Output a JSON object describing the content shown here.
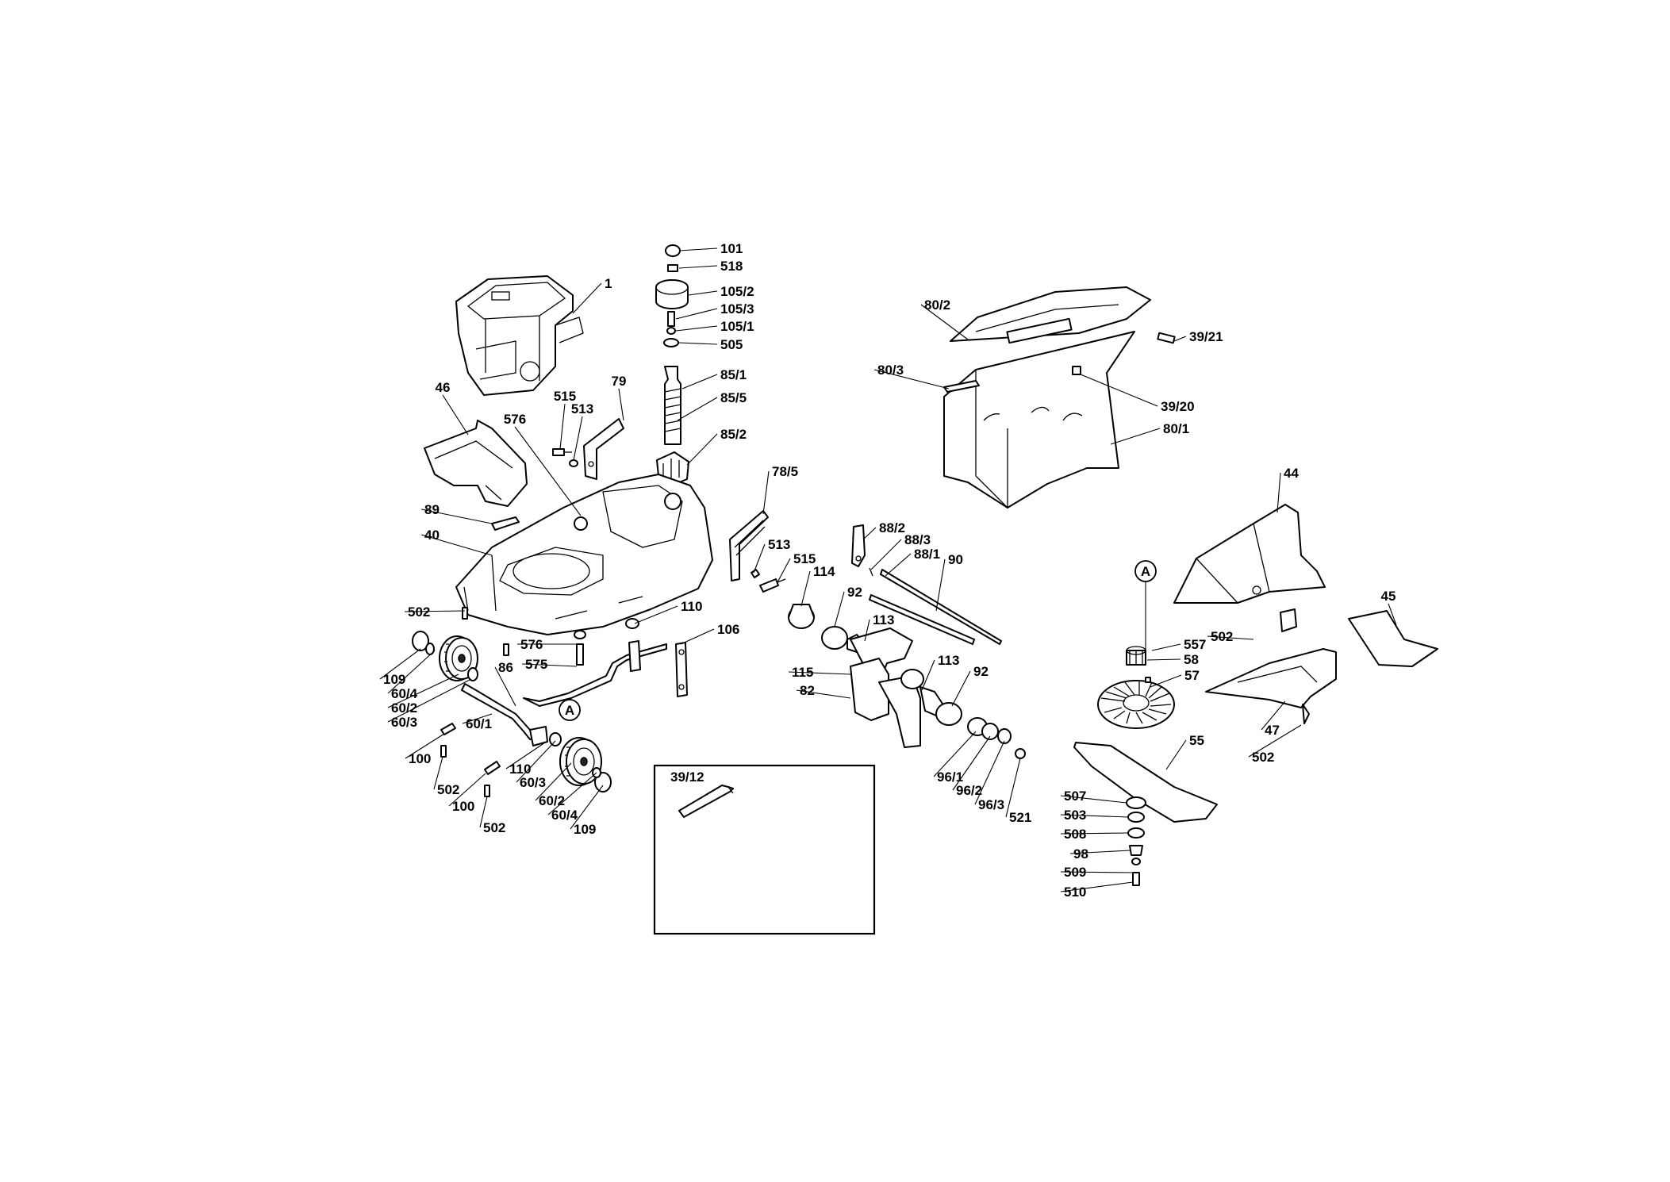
{
  "diagram": {
    "type": "exploded-parts-view",
    "inset_label": "39/12",
    "circle_markers": [
      "A",
      "A"
    ],
    "callouts": [
      {
        "id": "c1",
        "text": "1"
      },
      {
        "id": "c101",
        "text": "101"
      },
      {
        "id": "c518",
        "text": "518"
      },
      {
        "id": "c105_2",
        "text": "105/2"
      },
      {
        "id": "c105_3",
        "text": "105/3"
      },
      {
        "id": "c105_1",
        "text": "105/1"
      },
      {
        "id": "c505",
        "text": "505"
      },
      {
        "id": "c85_1",
        "text": "85/1"
      },
      {
        "id": "c85_5",
        "text": "85/5"
      },
      {
        "id": "c85_2",
        "text": "85/2"
      },
      {
        "id": "c79",
        "text": "79"
      },
      {
        "id": "c515a",
        "text": "515"
      },
      {
        "id": "c513a",
        "text": "513"
      },
      {
        "id": "c46",
        "text": "46"
      },
      {
        "id": "c576a",
        "text": "576"
      },
      {
        "id": "c89",
        "text": "89"
      },
      {
        "id": "c40",
        "text": "40"
      },
      {
        "id": "c502a",
        "text": "502"
      },
      {
        "id": "c576b",
        "text": "576"
      },
      {
        "id": "c575",
        "text": "575"
      },
      {
        "id": "c110a",
        "text": "110"
      },
      {
        "id": "c106",
        "text": "106"
      },
      {
        "id": "c109a",
        "text": "109"
      },
      {
        "id": "c60_4a",
        "text": "60/4"
      },
      {
        "id": "c60_2a",
        "text": "60/2"
      },
      {
        "id": "c60_3a",
        "text": "60/3"
      },
      {
        "id": "c86",
        "text": "86"
      },
      {
        "id": "c60_1",
        "text": "60/1"
      },
      {
        "id": "c100a",
        "text": "100"
      },
      {
        "id": "c502b",
        "text": "502"
      },
      {
        "id": "c100b",
        "text": "100"
      },
      {
        "id": "c502c",
        "text": "502"
      },
      {
        "id": "c110b",
        "text": "110"
      },
      {
        "id": "c60_3b",
        "text": "60/3"
      },
      {
        "id": "c60_2b",
        "text": "60/2"
      },
      {
        "id": "c60_4b",
        "text": "60/4"
      },
      {
        "id": "c109b",
        "text": "109"
      },
      {
        "id": "c78_5",
        "text": "78/5"
      },
      {
        "id": "c513b",
        "text": "513"
      },
      {
        "id": "c515b",
        "text": "515"
      },
      {
        "id": "c114",
        "text": "114"
      },
      {
        "id": "c92a",
        "text": "92"
      },
      {
        "id": "c113a",
        "text": "113"
      },
      {
        "id": "c115",
        "text": "115"
      },
      {
        "id": "c82",
        "text": "82"
      },
      {
        "id": "c88_2",
        "text": "88/2"
      },
      {
        "id": "c88_3",
        "text": "88/3"
      },
      {
        "id": "c88_1",
        "text": "88/1"
      },
      {
        "id": "c90",
        "text": "90"
      },
      {
        "id": "c113b",
        "text": "113"
      },
      {
        "id": "c92b",
        "text": "92"
      },
      {
        "id": "c96_1",
        "text": "96/1"
      },
      {
        "id": "c96_2",
        "text": "96/2"
      },
      {
        "id": "c96_3",
        "text": "96/3"
      },
      {
        "id": "c521",
        "text": "521"
      },
      {
        "id": "c80_2",
        "text": "80/2"
      },
      {
        "id": "c80_3",
        "text": "80/3"
      },
      {
        "id": "c39_21",
        "text": "39/21"
      },
      {
        "id": "c39_20",
        "text": "39/20"
      },
      {
        "id": "c80_1",
        "text": "80/1"
      },
      {
        "id": "c44",
        "text": "44"
      },
      {
        "id": "c45",
        "text": "45"
      },
      {
        "id": "c502d",
        "text": "502"
      },
      {
        "id": "c557",
        "text": "557"
      },
      {
        "id": "c58",
        "text": "58"
      },
      {
        "id": "c57",
        "text": "57"
      },
      {
        "id": "c47",
        "text": "47"
      },
      {
        "id": "c502e",
        "text": "502"
      },
      {
        "id": "c55",
        "text": "55"
      },
      {
        "id": "c507",
        "text": "507"
      },
      {
        "id": "c503",
        "text": "503"
      },
      {
        "id": "c508",
        "text": "508"
      },
      {
        "id": "c98",
        "text": "98"
      },
      {
        "id": "c509",
        "text": "509"
      },
      {
        "id": "c510",
        "text": "510"
      }
    ]
  }
}
